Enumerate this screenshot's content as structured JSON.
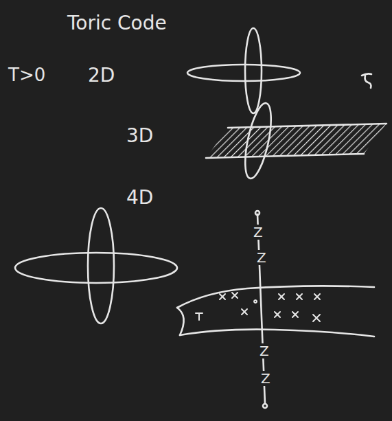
{
  "diagram": {
    "title": "Toric Code",
    "labels": [
      "T>0",
      "2D",
      "3D",
      "4D",
      "Z",
      "Z",
      "Z",
      "Z"
    ]
  }
}
